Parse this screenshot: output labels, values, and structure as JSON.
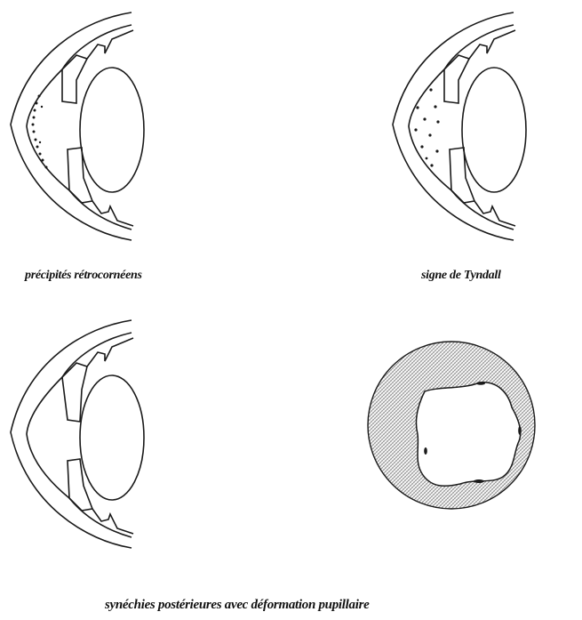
{
  "captions": {
    "keratic_precipitates": "précipités rétrocornéens",
    "tyndall_sign": "signe de Tyndall",
    "posterior_synechiae": "synéchies postérieures avec déformation pupillaire"
  },
  "colors": {
    "line": "#1a1a1a",
    "hatch": "#9a9a9a",
    "background": "#ffffff"
  }
}
